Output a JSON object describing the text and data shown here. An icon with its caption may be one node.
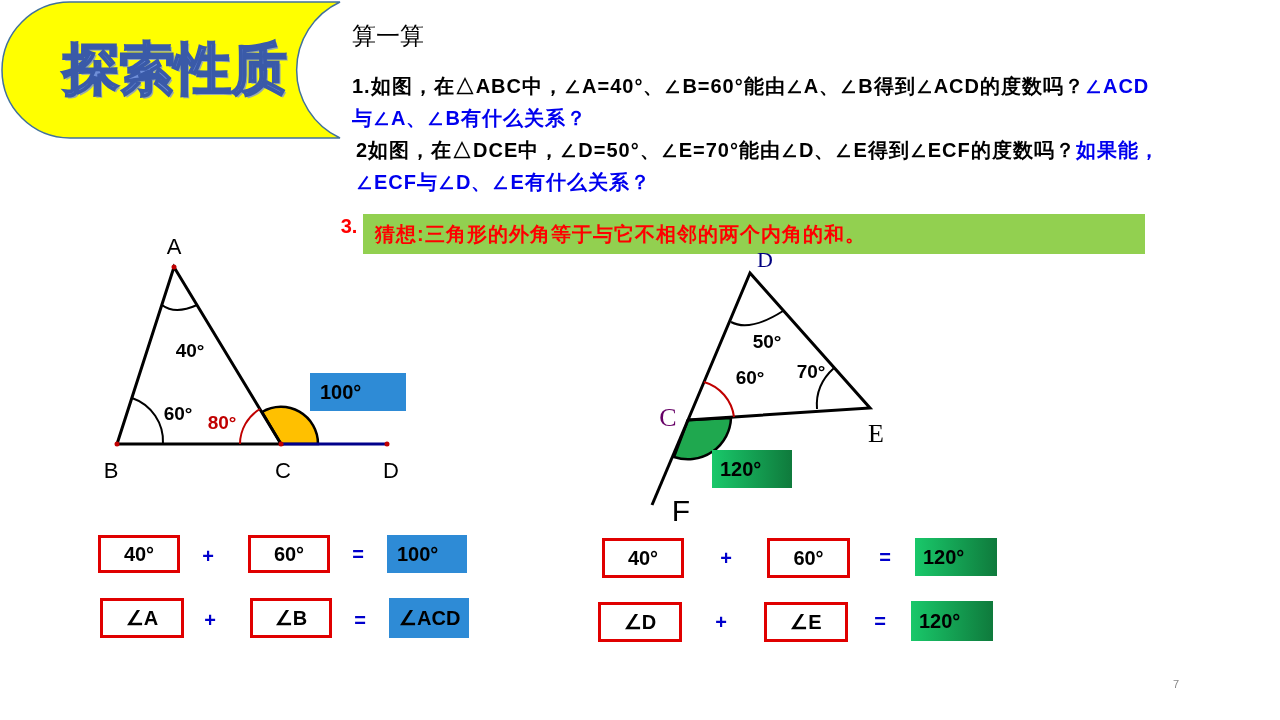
{
  "diagram": {
    "nodes": [
      {
        "text": [
          "探索性质"
        ]
      },
      {
        "text": [
          "猜想:三角形的外角等于与它不相邻的两个内角的和。"
        ]
      },
      {
        "text": [
          "100°"
        ]
      },
      {
        "text": [
          "120°"
        ]
      },
      {
        "text": [
          "40°"
        ]
      },
      {
        "text": [
          "60°"
        ]
      },
      {
        "text": [
          "100°"
        ]
      },
      {
        "text": [
          "∠A"
        ]
      },
      {
        "text": [
          "∠B"
        ]
      },
      {
        "text": [
          "∠ACD"
        ]
      },
      {
        "text": [
          "40°"
        ]
      },
      {
        "text": [
          "60°"
        ]
      },
      {
        "text": [
          "120°"
        ]
      },
      {
        "text": [
          "∠D"
        ]
      },
      {
        "text": [
          "∠E"
        ]
      },
      {
        "text": [
          "120°"
        ]
      }
    ],
    "labels": [
      "算一算",
      "1.如图，在△ABC中，∠A=40°、∠B=60°能由∠A、∠B得到∠ACD的度数吗？",
      "∠ACD与∠A、∠B有什么关系？",
      "2如图，在△DCE中，∠D=50°、∠E=70°能由∠D、∠E得到∠ECF的度数吗？",
      "如果能，∠ECF与∠D、∠E有什么关系？",
      "3.",
      "A",
      "40°",
      "60°",
      "80°",
      "B",
      "C",
      "D",
      "D",
      "50°",
      "60°",
      "70°",
      "C",
      "E",
      "F",
      "+",
      "=",
      "+",
      "=",
      "+",
      "=",
      "+",
      "=",
      "7"
    ]
  }
}
